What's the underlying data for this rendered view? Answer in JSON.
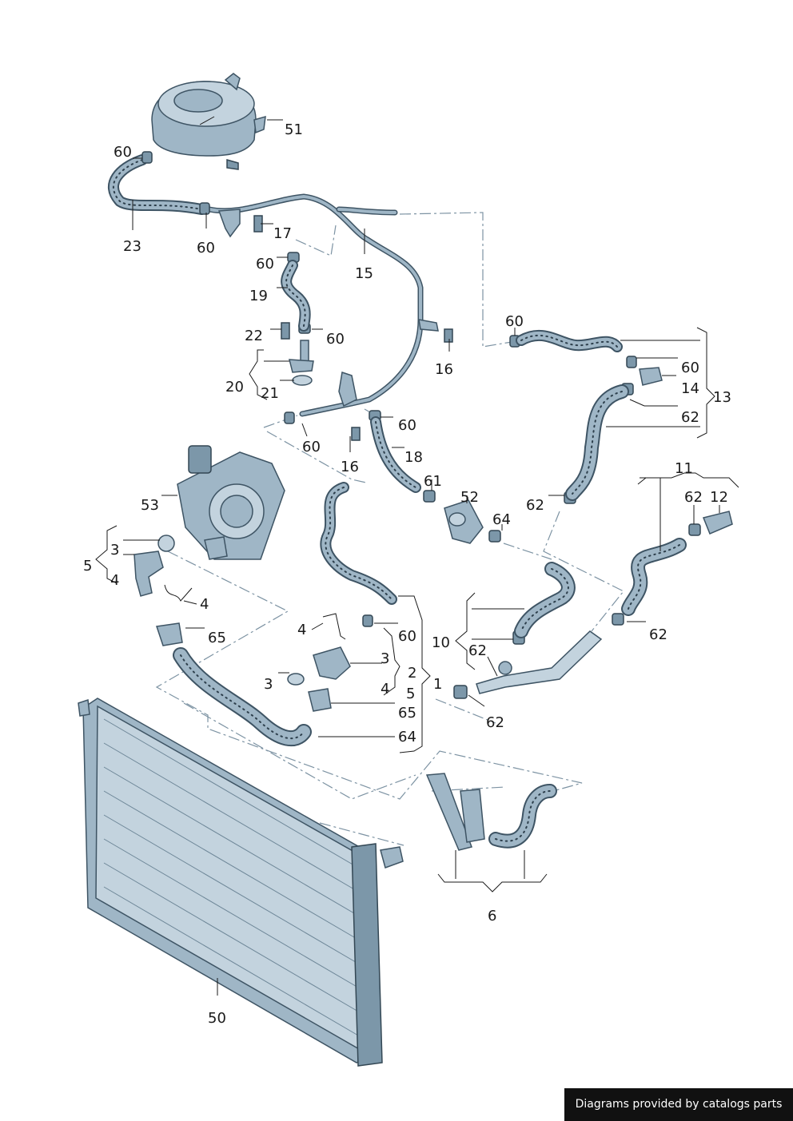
{
  "labels": {
    "l51": "51",
    "l60a": "60",
    "l23": "23",
    "l60b": "60",
    "l17": "17",
    "l60c": "60",
    "l15": "15",
    "l19": "19",
    "l22": "22",
    "l60d": "60",
    "l20": "20",
    "l21": "21",
    "l16a": "16",
    "l60e": "60",
    "l60f": "60",
    "l14": "14",
    "l13": "13",
    "l62a": "62",
    "l60g": "60",
    "l60h": "60",
    "l16b": "16",
    "l18": "18",
    "l61": "61",
    "l52": "52",
    "l64a": "64",
    "l62b": "62",
    "l11": "11",
    "l62c": "62",
    "l12": "12",
    "l53": "53",
    "l3a": "3",
    "l5a": "5",
    "l4a": "4",
    "l4b": "4",
    "l65a": "65",
    "l4c": "4",
    "l60i": "60",
    "l10": "10",
    "l62d": "62",
    "l62e": "62",
    "l3b": "3",
    "l3c": "3",
    "l2": "2",
    "l1": "1",
    "l4d": "4",
    "l5b": "5",
    "l65b": "65",
    "l64b": "64",
    "l62f": "62",
    "l6": "6",
    "l50": "50"
  },
  "footer": {
    "text": "Diagrams provided by catalogs parts"
  }
}
